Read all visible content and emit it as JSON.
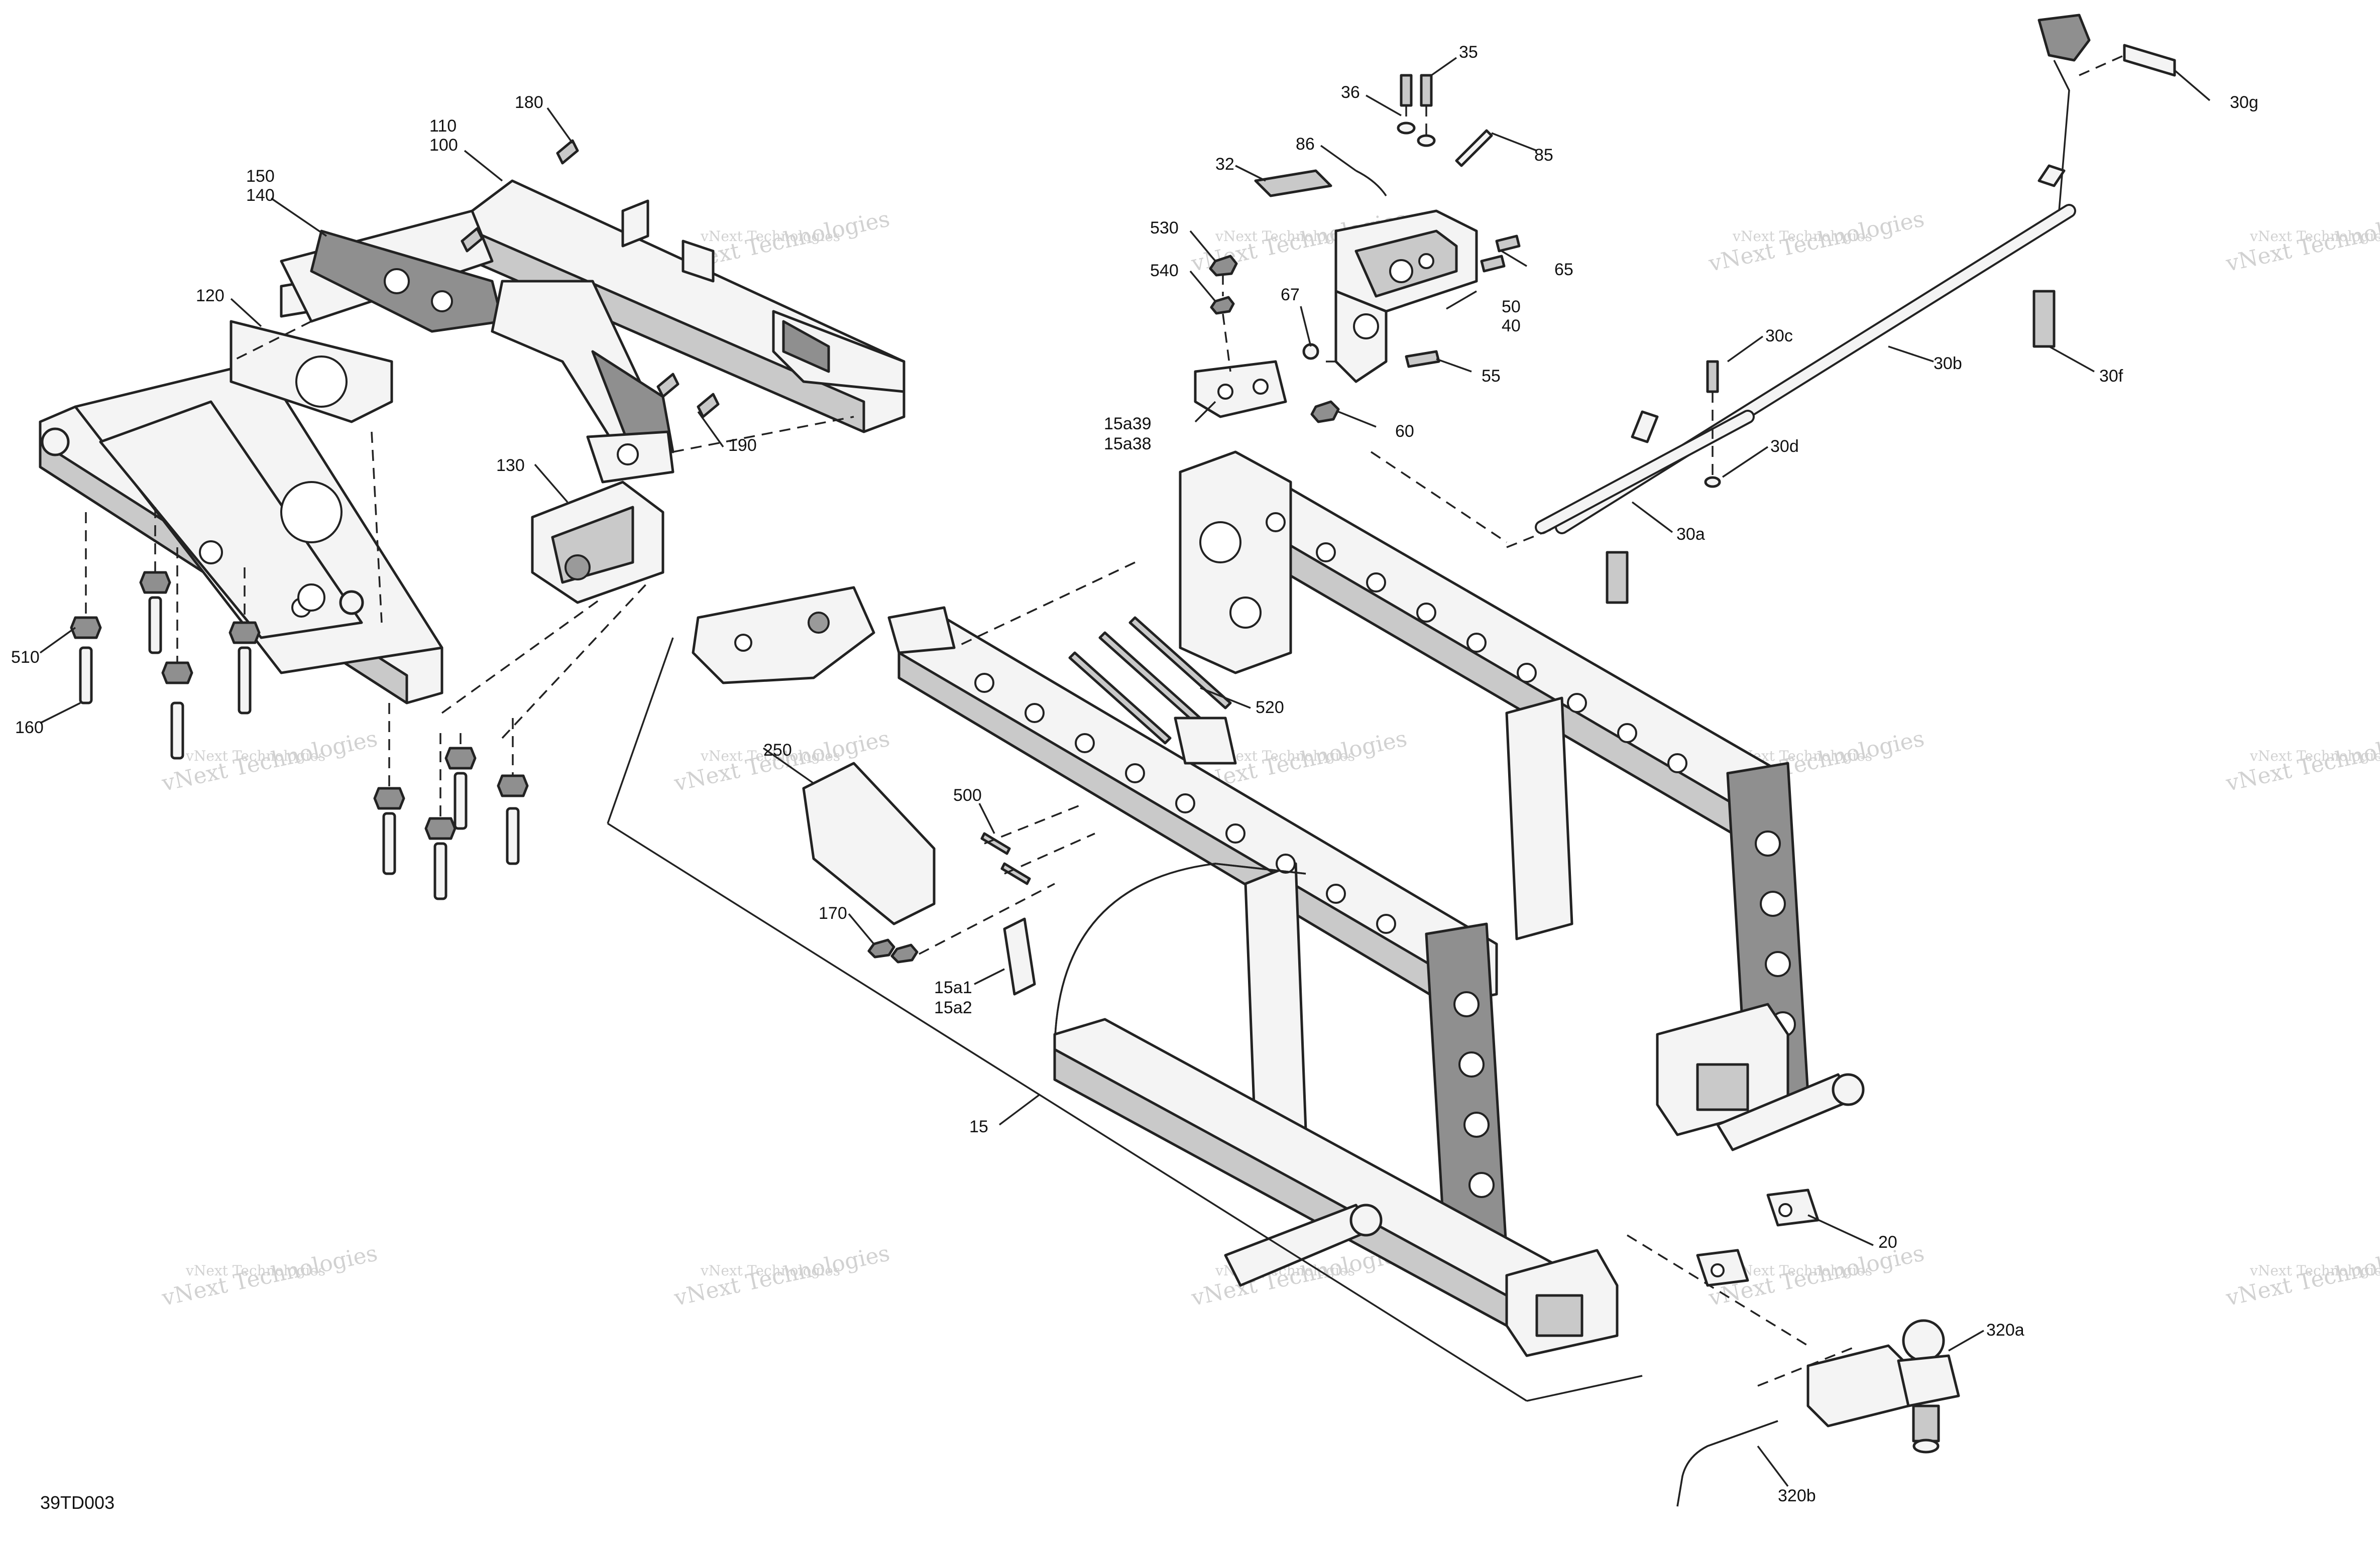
{
  "diagram": {
    "reference_code": "39TD003",
    "watermark": {
      "line1": "vNext Technologies",
      "line2": "vNext\nTechnologies"
    },
    "callouts": [
      {
        "id": "180",
        "text": "180"
      },
      {
        "id": "110",
        "text": "110"
      },
      {
        "id": "100",
        "text": "100"
      },
      {
        "id": "150",
        "text": "150"
      },
      {
        "id": "140",
        "text": "140"
      },
      {
        "id": "120",
        "text": "120"
      },
      {
        "id": "130",
        "text": "130"
      },
      {
        "id": "190",
        "text": "190"
      },
      {
        "id": "510",
        "text": "510"
      },
      {
        "id": "160",
        "text": "160"
      },
      {
        "id": "35",
        "text": "35"
      },
      {
        "id": "36",
        "text": "36"
      },
      {
        "id": "86",
        "text": "86"
      },
      {
        "id": "85",
        "text": "85"
      },
      {
        "id": "32",
        "text": "32"
      },
      {
        "id": "530",
        "text": "530"
      },
      {
        "id": "540",
        "text": "540"
      },
      {
        "id": "67",
        "text": "67"
      },
      {
        "id": "65",
        "text": "65"
      },
      {
        "id": "50",
        "text": "50"
      },
      {
        "id": "40",
        "text": "40"
      },
      {
        "id": "55",
        "text": "55"
      },
      {
        "id": "60",
        "text": "60"
      },
      {
        "id": "15a39",
        "text": "15a39"
      },
      {
        "id": "15a38",
        "text": "15a38"
      },
      {
        "id": "30g",
        "text": "30g"
      },
      {
        "id": "30c",
        "text": "30c"
      },
      {
        "id": "30b",
        "text": "30b"
      },
      {
        "id": "30f",
        "text": "30f"
      },
      {
        "id": "30d",
        "text": "30d"
      },
      {
        "id": "30a",
        "text": "30a"
      },
      {
        "id": "520",
        "text": "520"
      },
      {
        "id": "250",
        "text": "250"
      },
      {
        "id": "500",
        "text": "500"
      },
      {
        "id": "170",
        "text": "170"
      },
      {
        "id": "15a1",
        "text": "15a1"
      },
      {
        "id": "15a2",
        "text": "15a2"
      },
      {
        "id": "15",
        "text": "15"
      },
      {
        "id": "20",
        "text": "20"
      },
      {
        "id": "320a",
        "text": "320a"
      },
      {
        "id": "320b",
        "text": "320b"
      }
    ]
  }
}
